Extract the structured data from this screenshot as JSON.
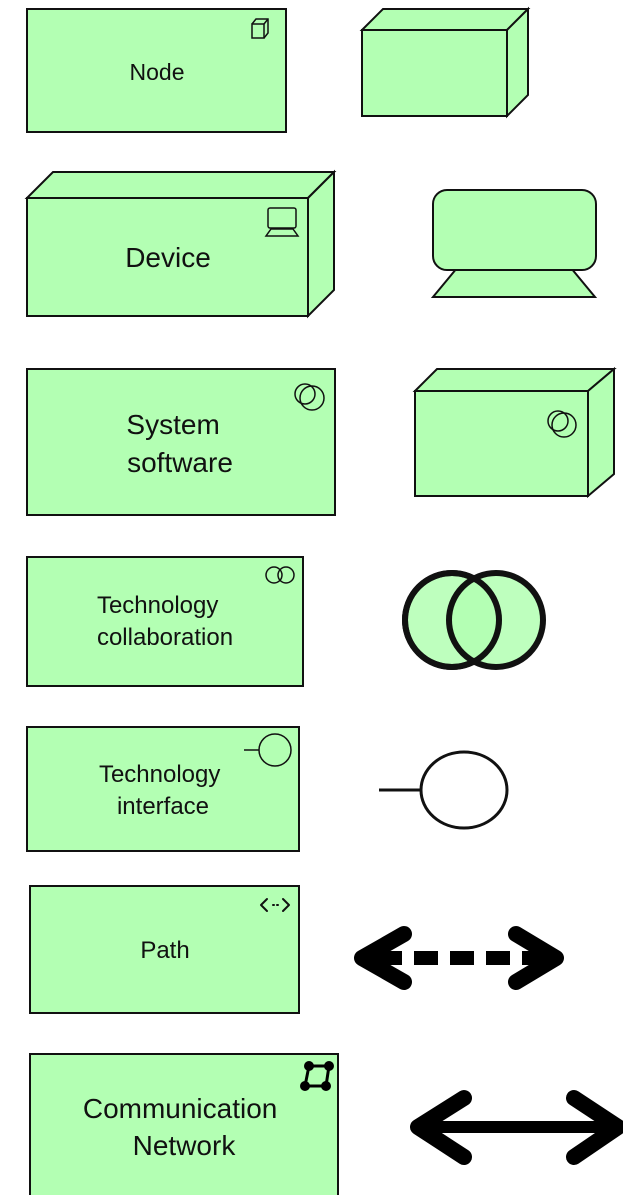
{
  "palette": {
    "element_fill": "#b3ffb3",
    "stroke": "#111111",
    "background": "#ffffff"
  },
  "elements": [
    {
      "id": "node",
      "label_lines": [
        "Node"
      ],
      "badge_icon": "node-cube-icon",
      "shape": "node-3d-box"
    },
    {
      "id": "device",
      "label_lines": [
        "Device"
      ],
      "badge_icon": "device-monitor-icon",
      "shape": "device-monitor"
    },
    {
      "id": "system-software",
      "label_lines": [
        "System",
        "software"
      ],
      "badge_icon": "system-software-disc-icon",
      "shape": "system-software-3d-box"
    },
    {
      "id": "technology-collaboration",
      "label_lines": [
        "Technology",
        "collaboration"
      ],
      "badge_icon": "collaboration-circles-icon",
      "shape": "two-overlapping-circles"
    },
    {
      "id": "technology-interface",
      "label_lines": [
        "Technology",
        "interface"
      ],
      "badge_icon": "interface-lollipop-icon",
      "shape": "lollipop"
    },
    {
      "id": "path",
      "label_lines": [
        "Path"
      ],
      "badge_icon": "path-dashed-arrows-icon",
      "shape": "dashed-double-arrow"
    },
    {
      "id": "communication-network",
      "label_lines": [
        "Communication",
        "Network"
      ],
      "badge_icon": "network-square-icon",
      "shape": "solid-double-arrow"
    }
  ]
}
